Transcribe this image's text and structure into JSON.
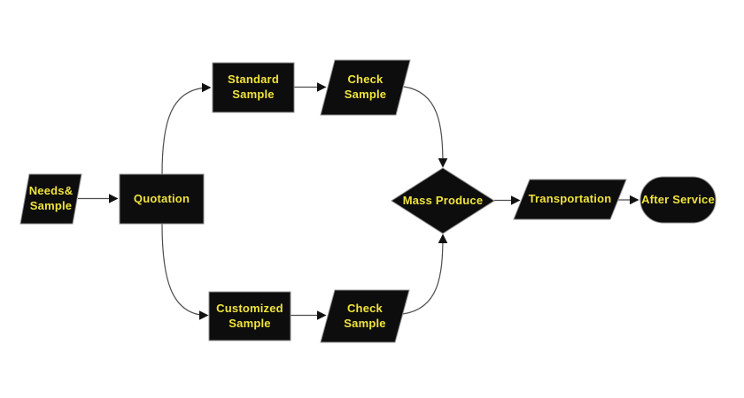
{
  "diagram": {
    "type": "flowchart",
    "colors": {
      "background": "#ffffff",
      "node_fill": "#0d0d0d",
      "node_stroke": "#8c8c8c",
      "label_text": "#f0e33c",
      "edge_line": "#4d4d4d",
      "arrowhead": "#111111"
    },
    "nodes": [
      {
        "id": "needs-sample",
        "shape": "parallelogram",
        "label": "Needs&\nSample"
      },
      {
        "id": "quotation",
        "shape": "rectangle",
        "label": "Quotation"
      },
      {
        "id": "standard-sample",
        "shape": "rectangle",
        "label": "Standard\nSample"
      },
      {
        "id": "check-sample-top",
        "shape": "parallelogram",
        "label": "Check\nSample"
      },
      {
        "id": "customized-sample",
        "shape": "rectangle",
        "label": "Customized\nSample"
      },
      {
        "id": "check-sample-bottom",
        "shape": "parallelogram",
        "label": "Check\nSample"
      },
      {
        "id": "mass-produce",
        "shape": "diamond",
        "label": "Mass Produce"
      },
      {
        "id": "transportation",
        "shape": "parallelogram",
        "label": "Transportation"
      },
      {
        "id": "after-service",
        "shape": "stadium",
        "label": "After Service"
      }
    ],
    "edges": [
      {
        "from": "needs-sample",
        "to": "quotation"
      },
      {
        "from": "quotation",
        "to": "standard-sample"
      },
      {
        "from": "standard-sample",
        "to": "check-sample-top"
      },
      {
        "from": "check-sample-top",
        "to": "mass-produce"
      },
      {
        "from": "quotation",
        "to": "customized-sample"
      },
      {
        "from": "customized-sample",
        "to": "check-sample-bottom"
      },
      {
        "from": "check-sample-bottom",
        "to": "mass-produce"
      },
      {
        "from": "mass-produce",
        "to": "transportation"
      },
      {
        "from": "transportation",
        "to": "after-service"
      }
    ]
  }
}
